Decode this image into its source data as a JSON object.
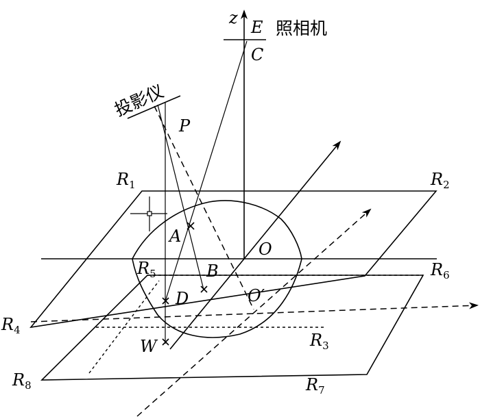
{
  "labels": {
    "z": "z",
    "E": "E",
    "C": "C",
    "camera": "照相机",
    "projector": "投影仪",
    "P": "P",
    "A": "A",
    "B": "B",
    "D": "D",
    "W": "W",
    "O": "O",
    "O_prime": "O′",
    "R1": "R",
    "R1_sub": "1",
    "R2": "R",
    "R2_sub": "2",
    "R3": "R",
    "R3_sub": "3",
    "R4": "R",
    "R4_sub": "4",
    "R5": "R",
    "R5_sub": "5",
    "R6": "R",
    "R6_sub": "6",
    "R7": "R",
    "R7_sub": "7",
    "R8": "R",
    "R8_sub": "8"
  }
}
